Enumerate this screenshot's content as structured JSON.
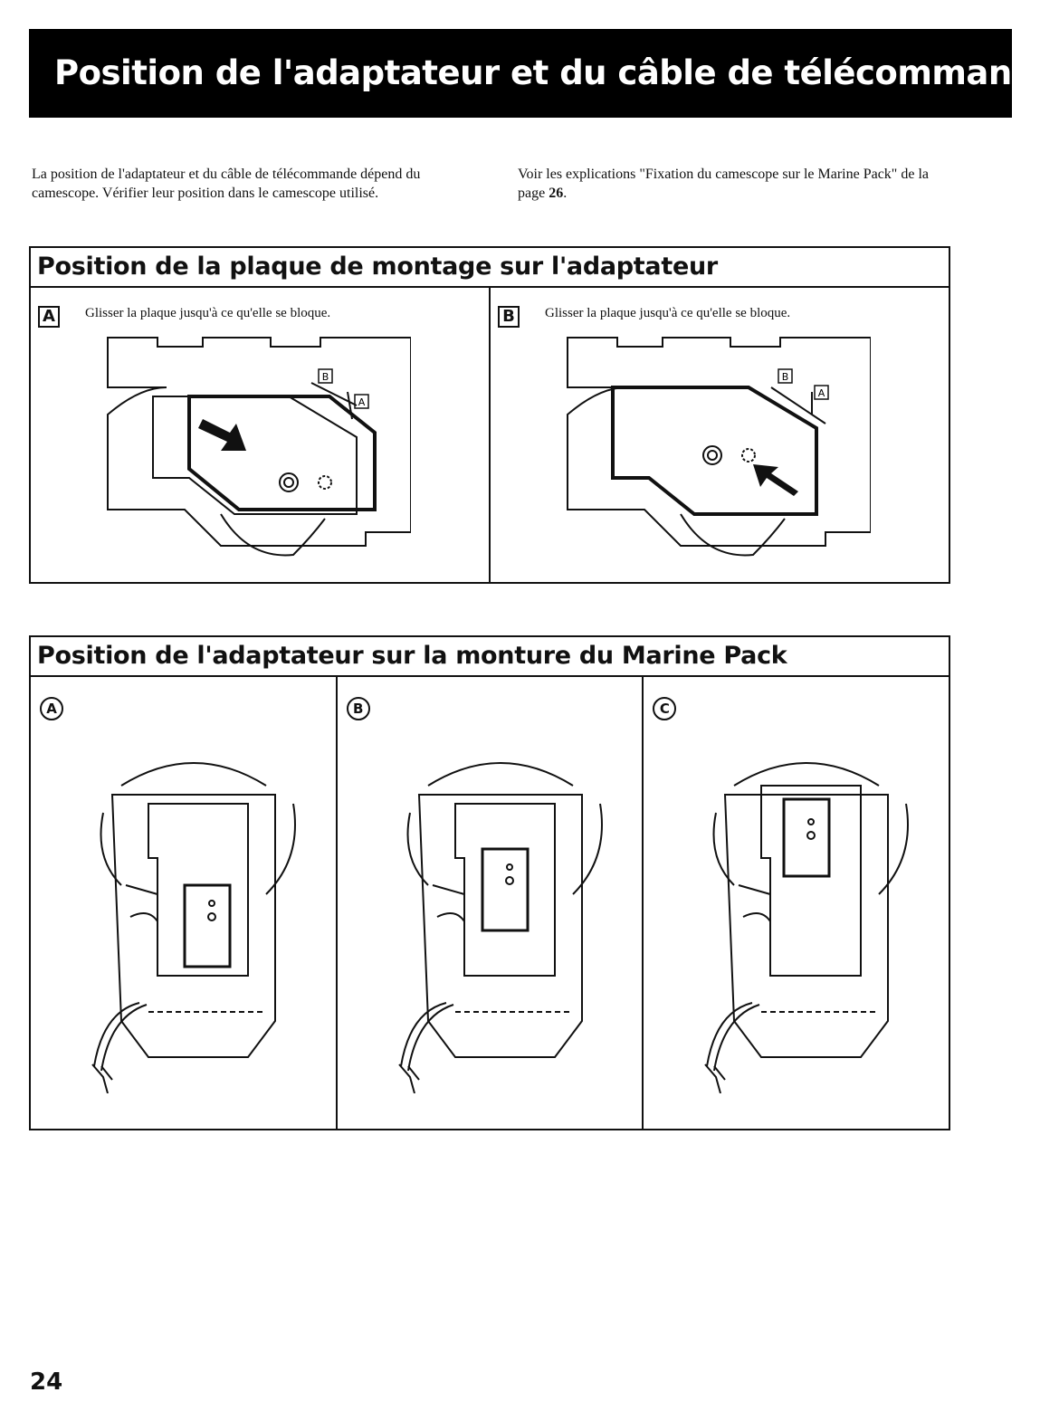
{
  "title": "Position de l'adaptateur et du câble de télécommande",
  "intro": {
    "left": "La position de l'adaptateur et du câble de télécommande dépend du camescope. Vérifier leur position dans le camescope utilisé.",
    "right_prefix": "Voir les explications \"Fixation du camescope sur le Marine Pack\" de la page ",
    "right_page": "26",
    "right_suffix": "."
  },
  "section1": {
    "title": "Position de la plaque de montage sur l'adaptateur",
    "panels": [
      {
        "label": "A",
        "text": "Glisser la plaque jusqu'à ce qu'elle se bloque.",
        "mark_b": "B",
        "mark_a": "A"
      },
      {
        "label": "B",
        "text": "Glisser la plaque jusqu'à ce qu'elle se bloque.",
        "mark_b": "B",
        "mark_a": "A"
      }
    ]
  },
  "section2": {
    "title": "Position de l'adaptateur sur la monture du Marine Pack",
    "panels": [
      {
        "label": "A"
      },
      {
        "label": "B"
      },
      {
        "label": "C"
      }
    ]
  },
  "page_number": "24"
}
